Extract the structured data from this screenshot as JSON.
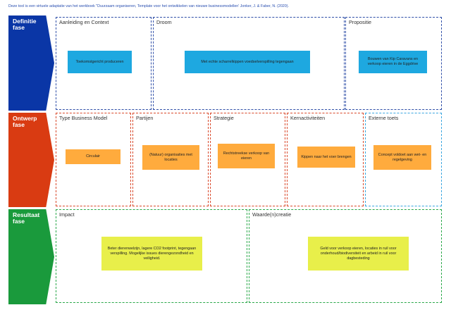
{
  "caption": "Deze tool is een virtuele adaptatie van het werkboek \"Duurzaam organiseren, Template voor het ontwikkelen van nieuwe businessmodellen' Jonker, J. & Faber, N. (2020).",
  "colors": {
    "definitie": "#0a36a6",
    "ontwerp": "#d93b12",
    "resultaat": "#1a9a3c",
    "note_blue": "#1ea8e0",
    "note_orange": "#ffab3d",
    "note_yellow": "#e8ef4a",
    "border_blue": "#2f4fa8",
    "border_red": "#d9482a",
    "border_green": "#2aa84a",
    "border_lightblue": "#3aa6e0"
  },
  "phases": {
    "definitie": "Definitie fase",
    "ontwerp": "Ontwerp fase",
    "resultaat": "Resultaat fase"
  },
  "definitie": {
    "aanleiding": {
      "title": "Aanleiding en Context",
      "note": "Toekomstgericht produceren"
    },
    "droom": {
      "title": "Droom",
      "note": "Met echte scharrelkippen voedselverspilling tegengaan"
    },
    "propositie": {
      "title": "Propositie",
      "note": "Bouwen van Kip Caravans en verkoop eieren in de Eggdrive"
    }
  },
  "ontwerp": {
    "type": {
      "title": "Type Business Model",
      "note": "Circulair"
    },
    "partijen": {
      "title": "Partijen",
      "note": "(Natuur) organisaties met locaties"
    },
    "strategie": {
      "title": "Strategie",
      "note": "Rechtstreekse verkoop van eieren"
    },
    "kernactiviteiten": {
      "title": "Kernactiviteiten",
      "note": "Kippen naar het voer brengen"
    },
    "externe": {
      "title": "Externe toets",
      "note": "Concept voldoet aan wet- en regelgeving"
    }
  },
  "resultaat": {
    "impact": {
      "title": "Impact",
      "note": "Beter dierenwelzijn, lagere CO2 footprint, tegengaan verspilling. Mogelijke issues dierengezondheid en veiligheid."
    },
    "waarde": {
      "title": "Waarde(n)creatie",
      "note": "Geld voor verkoop eieren, locaties in ruil voor onderhoud/biodiversiteit en arbeid in ruil voor dagbesteding"
    }
  }
}
